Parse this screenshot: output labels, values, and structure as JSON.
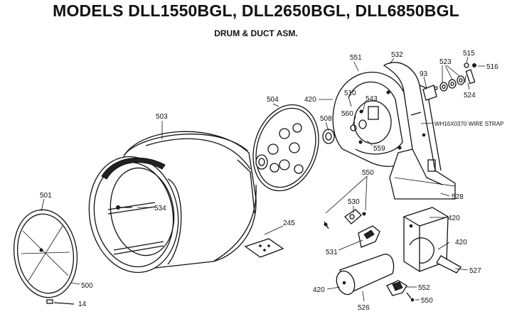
{
  "title": "MODELS DLL1550BGL, DLL2650BGL, DLL6850BGL",
  "subtitle": "DRUM & DUCT ASM.",
  "labels": {
    "p501": "501",
    "p500": "500",
    "p14": "14",
    "p503": "503",
    "p534": "534",
    "p504": "504",
    "p508": "508",
    "p245": "245",
    "p420a": "420",
    "p551": "551",
    "p532": "532",
    "p510": "510",
    "p543": "543",
    "p560": "560",
    "p559": "559",
    "p93": "93",
    "p523": "523",
    "p515": "515",
    "p516": "516",
    "p524": "524",
    "wire_strap": "WH16X0370 WIRE STRAP",
    "p528": "528",
    "p550a": "550",
    "p530": "530",
    "p531": "531",
    "p420b": "420",
    "p420c": "420",
    "p527": "527",
    "p420d": "420",
    "p526": "526",
    "p552": "552",
    "p550b": "550"
  }
}
